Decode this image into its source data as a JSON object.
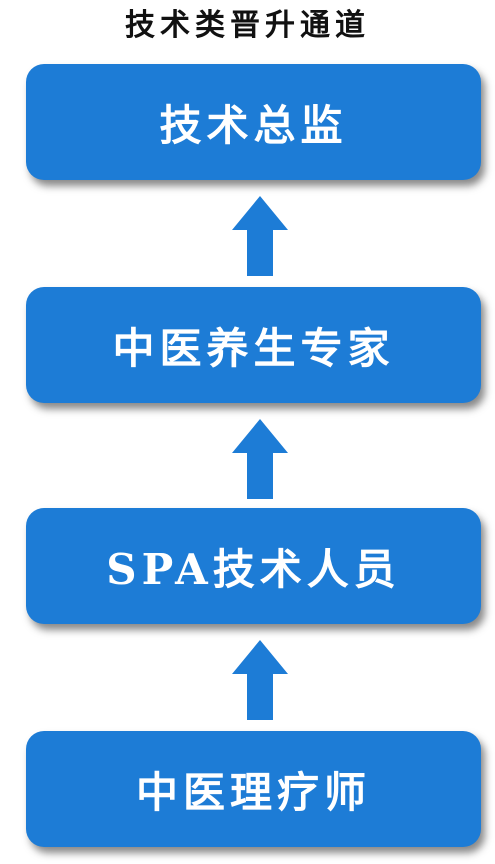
{
  "title": "技术类晋升通道",
  "levels": [
    {
      "label": "技术总监"
    },
    {
      "label": "中医养生专家"
    },
    {
      "label": "SPA技术人员"
    },
    {
      "label": "中医理疗师"
    }
  ],
  "colors": {
    "box_fill": "#1d7cd6",
    "arrow_fill": "#1d7cd6",
    "box_text": "#ffffff",
    "title_text": "#111111"
  },
  "icons": {
    "arrow": "up-arrow-icon"
  }
}
